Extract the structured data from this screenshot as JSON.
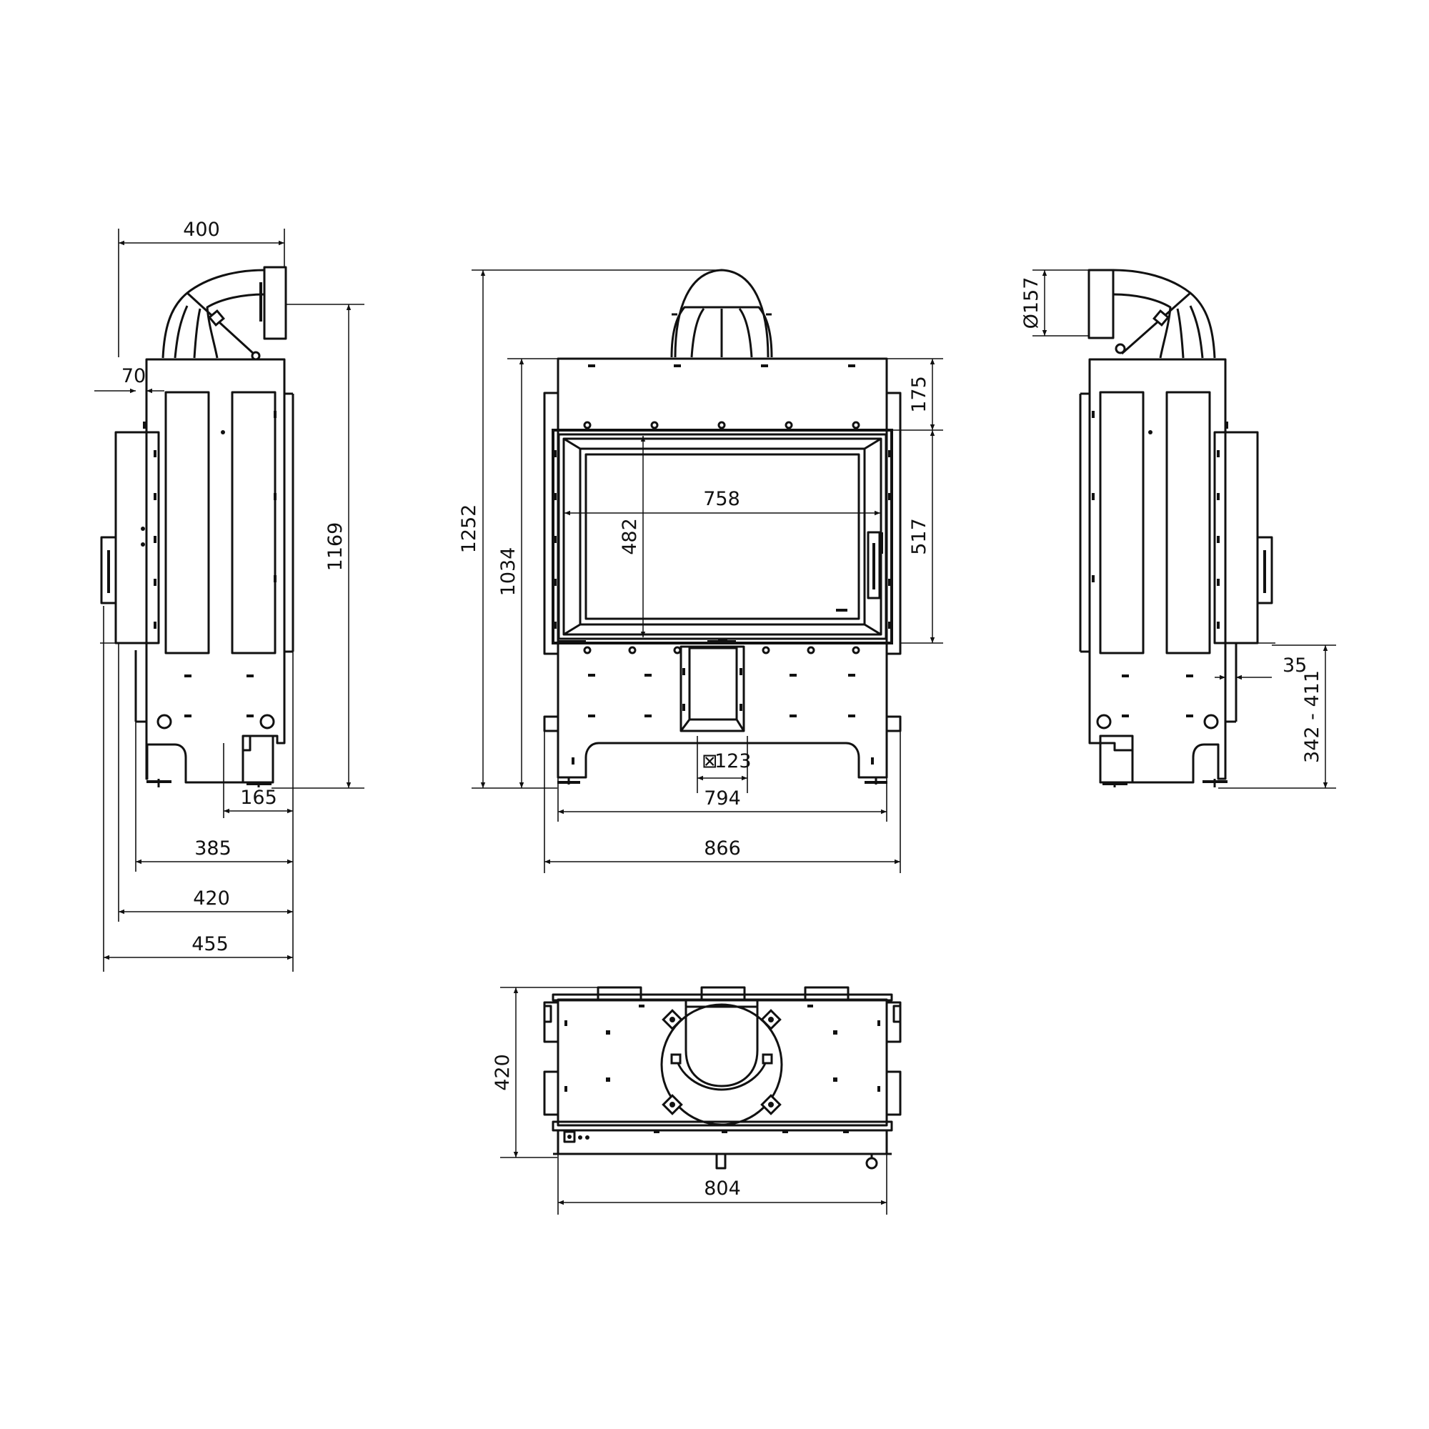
{
  "dimensions": {
    "side_left": {
      "width_top": "400",
      "offset": "70",
      "height": "1169",
      "flue_offset": "165",
      "depth_385": "385",
      "depth_420": "420",
      "depth_455": "455"
    },
    "front": {
      "total_height": "1252",
      "body_height": "1034",
      "top_section": "175",
      "glass_height_outer": "517",
      "glass_width": "758",
      "glass_height": "482",
      "air_inlet": "123",
      "air_inlet_symbol": "⊠",
      "base_width": "794",
      "total_width": "866"
    },
    "side_right": {
      "flue_diameter": "Ø157",
      "offset": "35",
      "inlet_height": "342 - 411"
    },
    "top": {
      "depth": "420",
      "width": "804"
    }
  }
}
